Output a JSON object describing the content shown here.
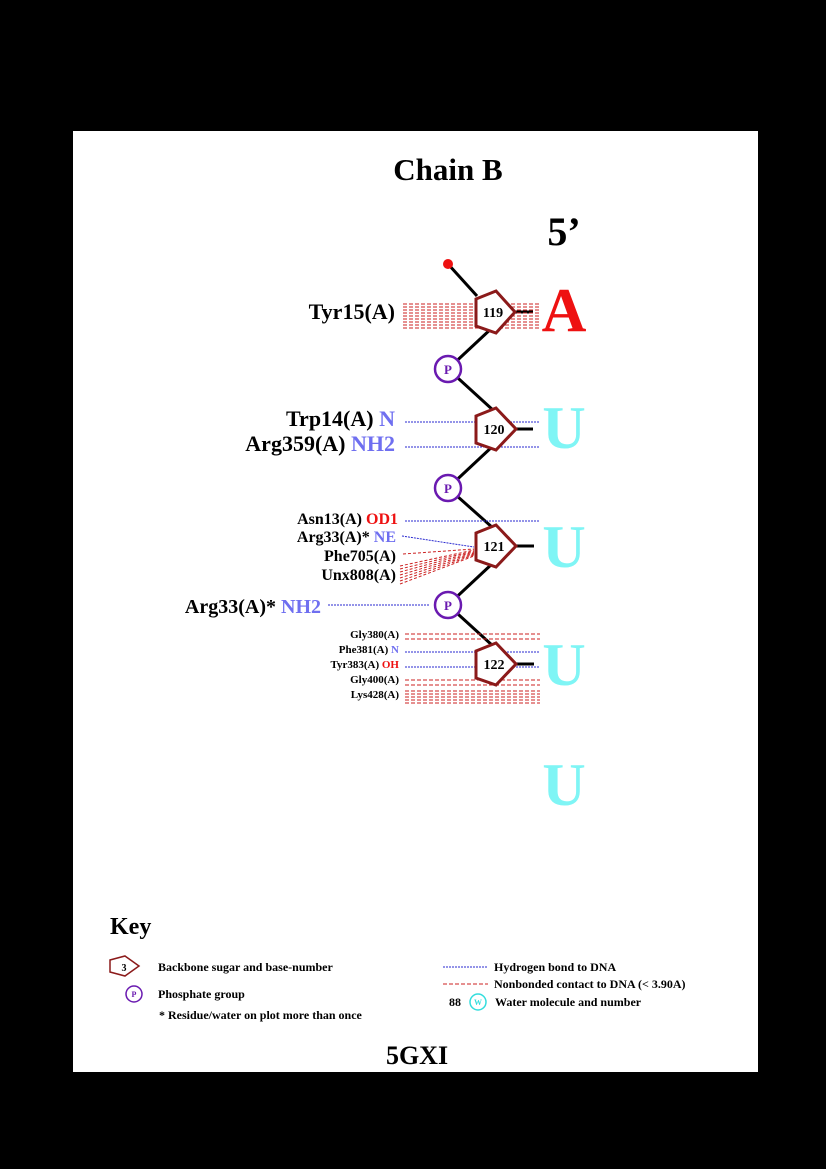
{
  "title": "Chain B",
  "end_label": "5’",
  "pdb_id": "5GXI",
  "colors": {
    "sugar": "#8b1a1a",
    "phosphate": "#6a1ab0",
    "hbond": "#2a2ad0",
    "nonbonded": "#cc2222",
    "atom_blue": "#6f6ff0",
    "atom_red": "#ee1111",
    "base_A": "#ee1111",
    "base_U": "#7ff5f5",
    "water": "#33dddd"
  },
  "nucleotides": [
    {
      "number": "119",
      "base": "A"
    },
    {
      "number": "120",
      "base": "U"
    },
    {
      "number": "121",
      "base": "U"
    },
    {
      "number": "122",
      "base": "U"
    },
    {
      "number": "",
      "base": "U"
    }
  ],
  "phosphate_label": "P",
  "contacts": [
    {
      "residue": "Tyr15(A)",
      "atom": "",
      "atom_color": "",
      "nucleotide": "119",
      "type": "nonbonded"
    },
    {
      "residue": "Trp14(A)",
      "atom": "N",
      "atom_color": "blue",
      "nucleotide": "120",
      "type": "hbond"
    },
    {
      "residue": "Arg359(A)",
      "atom": "NH2",
      "atom_color": "blue",
      "nucleotide": "120",
      "type": "hbond"
    },
    {
      "residue": "Asn13(A)",
      "atom": "OD1",
      "atom_color": "red",
      "nucleotide": "121",
      "type": "hbond"
    },
    {
      "residue": "Arg33(A)*",
      "atom": "NE",
      "atom_color": "blue",
      "nucleotide": "121",
      "type": "hbond"
    },
    {
      "residue": "Phe705(A)",
      "atom": "",
      "atom_color": "",
      "nucleotide": "121",
      "type": "nonbonded"
    },
    {
      "residue": "Unx808(A)",
      "atom": "",
      "atom_color": "",
      "nucleotide": "121",
      "type": "nonbonded"
    },
    {
      "residue": "Arg33(A)*",
      "atom": "NH2",
      "atom_color": "blue",
      "nucleotide": "P",
      "type": "hbond"
    },
    {
      "residue": "Gly380(A)",
      "atom": "",
      "atom_color": "",
      "nucleotide": "122",
      "type": "nonbonded"
    },
    {
      "residue": "Phe381(A)",
      "atom": "N",
      "atom_color": "blue",
      "nucleotide": "122",
      "type": "hbond"
    },
    {
      "residue": "Tyr383(A)",
      "atom": "OH",
      "atom_color": "red",
      "nucleotide": "122",
      "type": "hbond"
    },
    {
      "residue": "Gly400(A)",
      "atom": "",
      "atom_color": "",
      "nucleotide": "122",
      "type": "nonbonded"
    },
    {
      "residue": "Lys428(A)",
      "atom": "",
      "atom_color": "",
      "nucleotide": "122",
      "type": "nonbonded"
    }
  ],
  "key": {
    "title": "Key",
    "sugar_example_number": "3",
    "sugar_label": "Backbone sugar and base-number",
    "phosphate_symbol": "P",
    "phosphate_label": "Phosphate group",
    "repeat_note": "* Residue/water on plot more than once",
    "hbond_label": "Hydrogen bond to DNA",
    "nonbonded_label": "Nonbonded contact to DNA (< 3.90A)",
    "water_number": "88",
    "water_symbol": "W",
    "water_label": "Water molecule and number"
  }
}
